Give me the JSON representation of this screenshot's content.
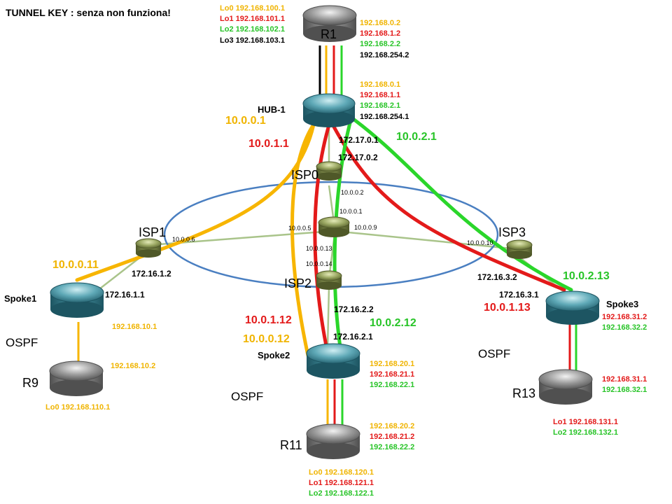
{
  "title": "TUNNEL KEY  : senza non funziona!",
  "colors": {
    "orange": "#f7b500",
    "red": "#e31a1a",
    "green": "#2ad62a",
    "black": "#000000",
    "ring": "#4a7fc1",
    "link": "#a9c48a"
  },
  "devices": {
    "r1": {
      "name": "R1",
      "loopbacks": [
        "Lo0 192.168.100.1",
        "Lo1 192.168.101.1",
        "Lo2 192.168.102.1",
        "Lo3 192.168.103.1"
      ],
      "ifaces": [
        "192.168.0.2",
        "192.168.1.2",
        "192.168.2.2",
        "192.168.254.2"
      ]
    },
    "hub1": {
      "name": "HUB-1",
      "ifaces": [
        "192.168.0.1",
        "192.168.1.1",
        "192.168.2.1",
        "192.168.254.1"
      ],
      "wan": "172.17.0.1",
      "tun_o": "10.0.0.1",
      "tun_r": "10.0.1.1",
      "tun_g": "10.0.2.1"
    },
    "isp0": {
      "name": "ISP0",
      "wan": "172.17.0.2",
      "a": "10.0.0.2",
      "b": "10.0.0.1"
    },
    "core": {
      "a": "10.0.0.5",
      "b": "10.0.0.9",
      "c": "10.0.0.13"
    },
    "isp1": {
      "name": "ISP1",
      "a": "10.0.0.6",
      "b": "172.16.1.2"
    },
    "isp2": {
      "name": "ISP2",
      "a": "10.0.0.14",
      "b": "172.16.2.2"
    },
    "isp3": {
      "name": "ISP3",
      "a": "10.0.0.10",
      "b": "172.16.3.2"
    },
    "spoke1": {
      "name": "Spoke1",
      "wan": "172.16.1.1",
      "tun_o": "10.0.0.11",
      "lan": "192.168.10.1"
    },
    "spoke2": {
      "name": "Spoke2",
      "wan": "172.16.2.1",
      "tun_r": "10.0.1.12",
      "tun_o": "10.0.0.12",
      "tun_g": "10.0.2.12",
      "lan": [
        "192.168.20.1",
        "192.168.21.1",
        "192.168.22.1"
      ]
    },
    "spoke3": {
      "name": "Spoke3",
      "wan": "172.16.3.1",
      "tun_g": "10.0.2.13",
      "tun_r": "10.0.1.13",
      "lan": [
        "192.168.31.2",
        "192.168.32.2"
      ]
    },
    "r9": {
      "name": "R9",
      "iface": "192.168.10.2",
      "loopback": "Lo0 192.168.110.1"
    },
    "r11": {
      "name": "R11",
      "ifaces": [
        "192.168.20.2",
        "192.168.21.2",
        "192.168.22.2"
      ],
      "loopbacks": [
        "Lo0 192.168.120.1",
        "Lo1 192.168.121.1",
        "Lo2 192.168.122.1"
      ]
    },
    "r13": {
      "name": "R13",
      "ifaces": [
        "192.168.31.1",
        "192.168.32.1"
      ],
      "loopbacks": [
        "Lo1 192.168.131.1",
        "Lo2 192.168.132.1"
      ]
    }
  },
  "ospf_label": "OSPF"
}
